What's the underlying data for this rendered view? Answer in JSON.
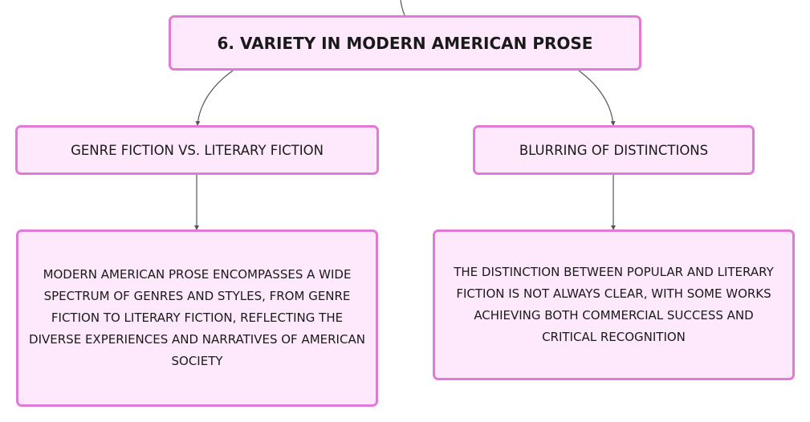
{
  "colors": {
    "node_fill": "#fde9fb",
    "node_border": "#e07ad6",
    "connector": "#555555"
  },
  "root": {
    "label": "6. VARIETY IN MODERN AMERICAN PROSE"
  },
  "branches": [
    {
      "label": "GENRE FICTION VS. LITERARY FICTION",
      "detail": "MODERN AMERICAN PROSE ENCOMPASSES A WIDE SPECTRUM OF GENRES AND STYLES, FROM GENRE FICTION TO LITERARY FICTION, REFLECTING THE DIVERSE EXPERIENCES AND NARRATIVES OF AMERICAN SOCIETY"
    },
    {
      "label": "BLURRING OF DISTINCTIONS",
      "detail": "THE DISTINCTION BETWEEN POPULAR AND LITERARY FICTION IS NOT ALWAYS CLEAR, WITH SOME WORKS ACHIEVING BOTH COMMERCIAL SUCCESS AND CRITICAL RECOGNITION"
    }
  ]
}
